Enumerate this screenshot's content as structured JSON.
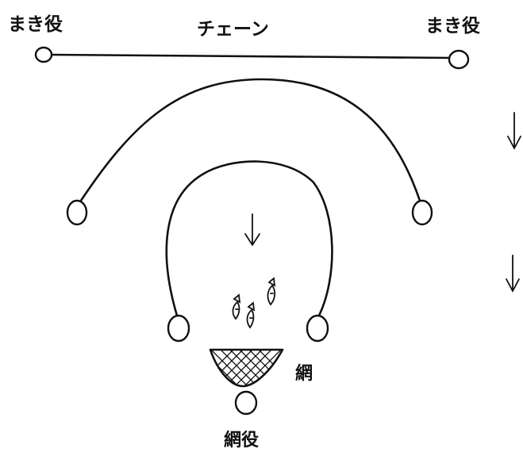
{
  "labels": {
    "maki_left": "まき役",
    "chain": "チェーン",
    "maki_right": "まき役",
    "net": "網",
    "net_holder": "網役"
  }
}
